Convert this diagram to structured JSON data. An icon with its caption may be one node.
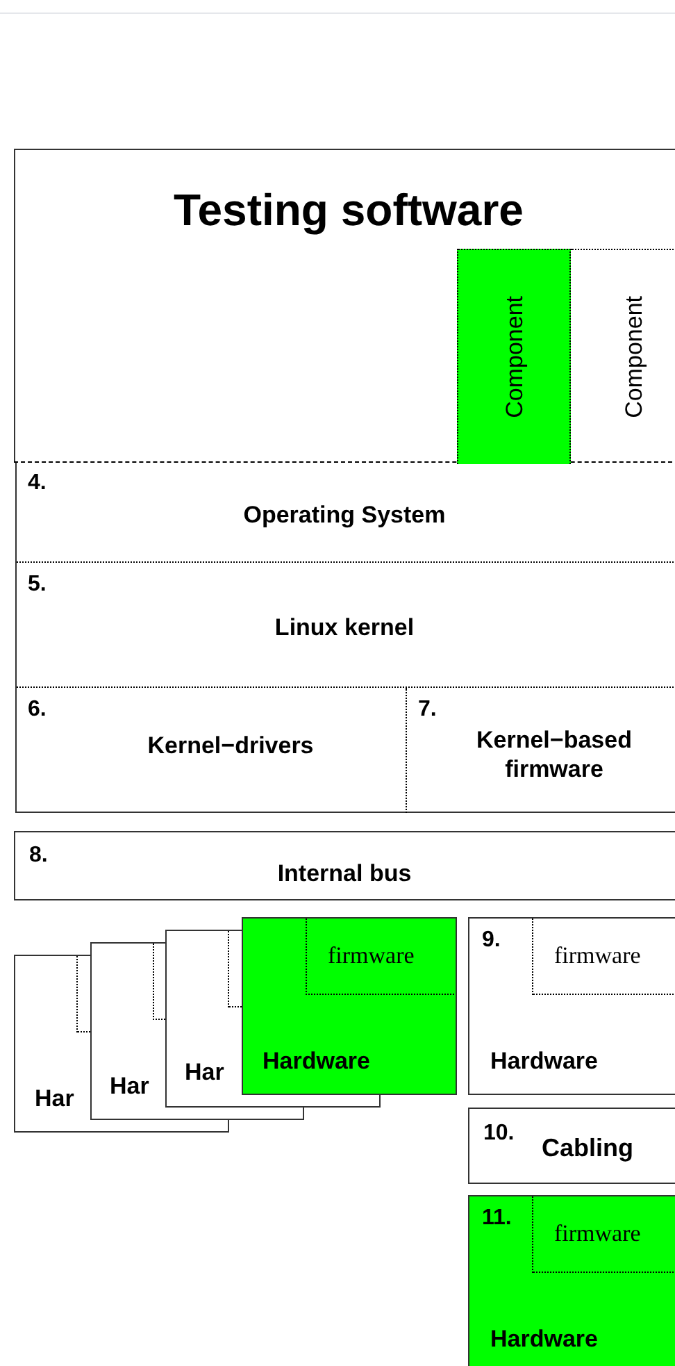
{
  "diagram": {
    "nodes": [
      {
        "text": [
          "Testing software"
        ]
      },
      {
        "text": [
          "Component"
        ],
        "in": 0
      },
      {
        "text": [
          "Component"
        ],
        "in": 0
      },
      {
        "text": [],
        "shape": "box"
      },
      {
        "text": [
          "4.",
          "Operating System"
        ],
        "in": 3
      },
      {
        "text": [
          "5.",
          "Linux kernel"
        ],
        "in": 3
      },
      {
        "text": [
          "6.",
          "Kernel−drivers"
        ],
        "in": 3
      },
      {
        "text": [
          "7.",
          "Kernel−based firmware"
        ],
        "in": 3
      },
      {
        "text": [
          "8.",
          "Internal bus"
        ]
      },
      {
        "text": [
          "Har"
        ]
      },
      {
        "text": [],
        "shape": "box",
        "in": 9
      },
      {
        "text": [
          "Har"
        ]
      },
      {
        "text": [],
        "shape": "box",
        "in": 11
      },
      {
        "text": [
          "Har"
        ]
      },
      {
        "text": [],
        "shape": "box",
        "in": 13
      },
      {
        "text": [
          "Hardware"
        ]
      },
      {
        "text": [
          "firmware"
        ],
        "in": 15
      },
      {
        "text": [
          "9.",
          "Hardware"
        ]
      },
      {
        "text": [
          "firmware"
        ],
        "in": 17
      },
      {
        "text": [
          "10.",
          "Cabling"
        ]
      },
      {
        "text": [
          "11.",
          "Hardware"
        ]
      },
      {
        "text": [
          "firmware"
        ],
        "in": 20
      }
    ],
    "edges": []
  }
}
